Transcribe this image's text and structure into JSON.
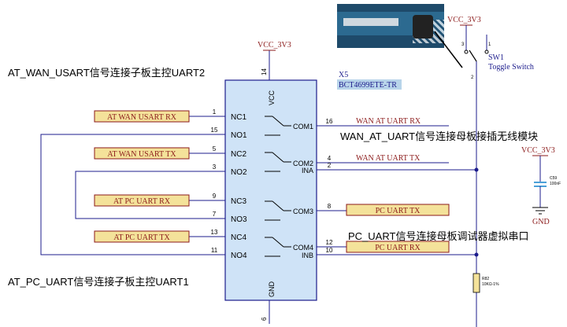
{
  "net_vcc": "VCC_3V3",
  "sw": {
    "ref": "SW1",
    "type": "Toggle Switch"
  },
  "ic": {
    "ref": "X5",
    "part": "BCT4699ETE-TR",
    "vcc_pin": "VCC",
    "gnd_pin": "GND",
    "vcc_num": "14",
    "gnd_num": "6"
  },
  "pins_left": [
    {
      "num": "1",
      "name": "NC1"
    },
    {
      "num": "15",
      "name": "NO1"
    },
    {
      "num": "5",
      "name": "NC2"
    },
    {
      "num": "3",
      "name": "NO2"
    },
    {
      "num": "9",
      "name": "NC3"
    },
    {
      "num": "7",
      "name": "NO3"
    },
    {
      "num": "13",
      "name": "NC4"
    },
    {
      "num": "11",
      "name": "NO4"
    }
  ],
  "pins_right": [
    {
      "num": "16",
      "name": "COM1"
    },
    {
      "num": "4",
      "name": "COM2"
    },
    {
      "num": "2",
      "name": "INA"
    },
    {
      "num": "8",
      "name": "COM3"
    },
    {
      "num": "12",
      "name": "COM4"
    },
    {
      "num": "10",
      "name": "INB"
    }
  ],
  "ports_left": [
    "AT WAN USART RX",
    "AT WAN USART TX",
    "AT PC UART RX",
    "AT PC UART TX"
  ],
  "nets_right": [
    "WAN AT UART RX",
    "WAN AT UART TX",
    "PC UART TX",
    "PC UART RX"
  ],
  "annotations": {
    "top_left": "AT_WAN_USART信号连接子板主控UART2",
    "bottom_left": "AT_PC_UART信号连接子板主控UART1",
    "wan": "WAN_AT_UART信号连接母板接插无线模块",
    "pc": "PC_UART信号连接母板调试器虚拟串口"
  },
  "cap": {
    "ref": "C59",
    "value": "100nF"
  },
  "res": {
    "ref": "R82",
    "value": "10KΩ-1%"
  },
  "gnd": "GND",
  "sw_pins": [
    "3",
    "1",
    "2"
  ],
  "colors": {
    "wire": "#1c1c8c",
    "net": "#8b1a1a",
    "chip_fill": "#cfe3f7",
    "port_fill": "#f4e29a"
  }
}
